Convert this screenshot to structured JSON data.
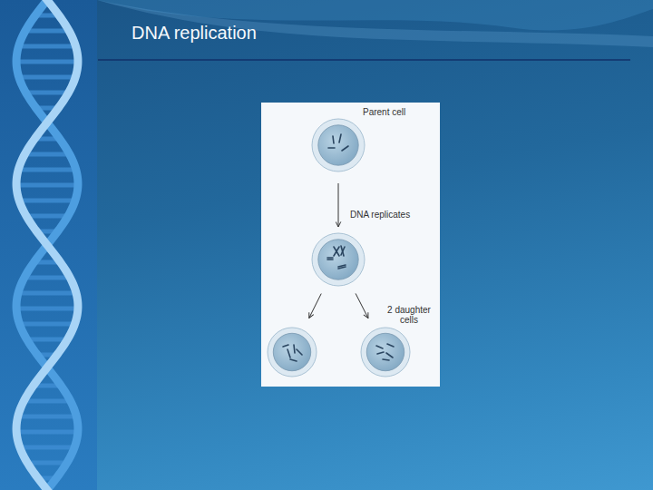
{
  "diagram": {
    "title": "DNA replication",
    "nodes": [
      {
        "text": [
          "Parent cell"
        ]
      },
      {
        "text": []
      },
      {
        "text": []
      },
      {
        "text": []
      }
    ],
    "edges": [
      {
        "from": 0,
        "to": 1,
        "arrow": "to",
        "label": "DNA replicates"
      },
      {
        "from": 1,
        "to": 2,
        "arrow": "to"
      },
      {
        "from": 1,
        "to": 3,
        "arrow": "to",
        "label": "2 daughter cells"
      }
    ]
  }
}
